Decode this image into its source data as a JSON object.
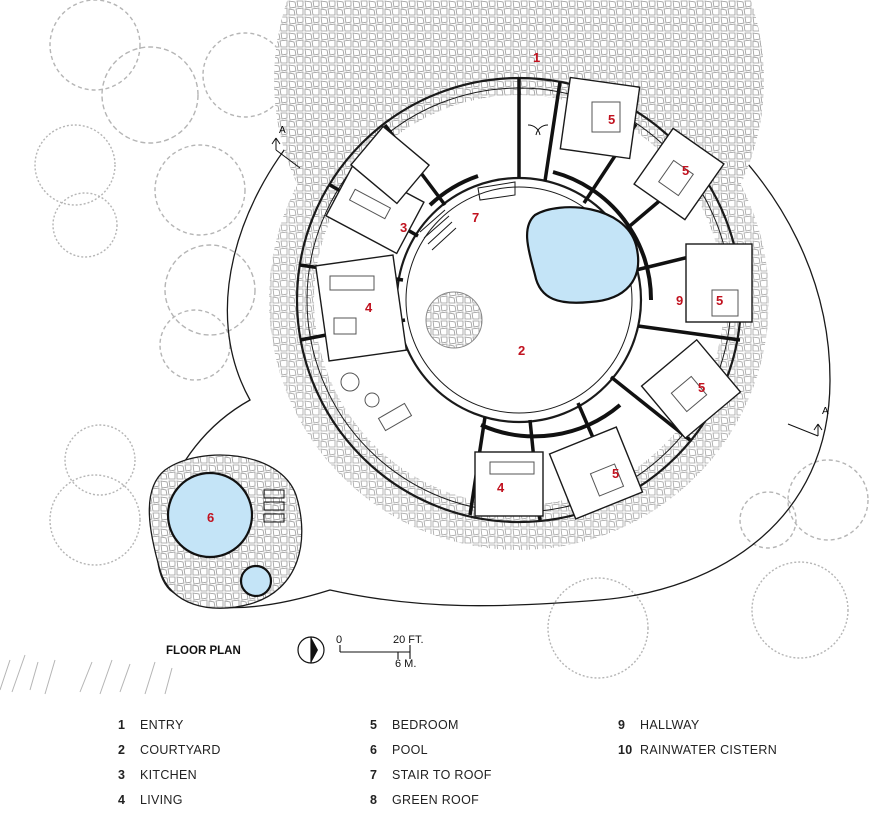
{
  "plan": {
    "title": "FLOOR PLAN",
    "scale_zero": "0",
    "scale_ft": "20 FT.",
    "scale_m": "6 M.",
    "section_marker": "A",
    "accent_color": "#c1121f",
    "pool_color": "#c4e4f7",
    "line_color": "#1a1a1a",
    "room_labels": {
      "entry": "1",
      "courtyard": "2",
      "kitchen": "3",
      "living_top": "4",
      "living_bottom": "4",
      "bedroom_a": "5",
      "bedroom_b": "5",
      "bedroom_c": "5",
      "bedroom_d": "5",
      "bedroom_e": "5",
      "pool": "6",
      "stair": "7",
      "hallway": "9"
    }
  },
  "legend": {
    "items": [
      {
        "num": "1",
        "label": "ENTRY"
      },
      {
        "num": "2",
        "label": "COURTYARD"
      },
      {
        "num": "3",
        "label": "KITCHEN"
      },
      {
        "num": "4",
        "label": "LIVING"
      },
      {
        "num": "5",
        "label": "BEDROOM"
      },
      {
        "num": "6",
        "label": "POOL"
      },
      {
        "num": "7",
        "label": "STAIR TO ROOF"
      },
      {
        "num": "8",
        "label": "GREEN ROOF"
      },
      {
        "num": "9",
        "label": "HALLWAY"
      },
      {
        "num": "10",
        "label": "RAINWATER CISTERN"
      }
    ]
  }
}
